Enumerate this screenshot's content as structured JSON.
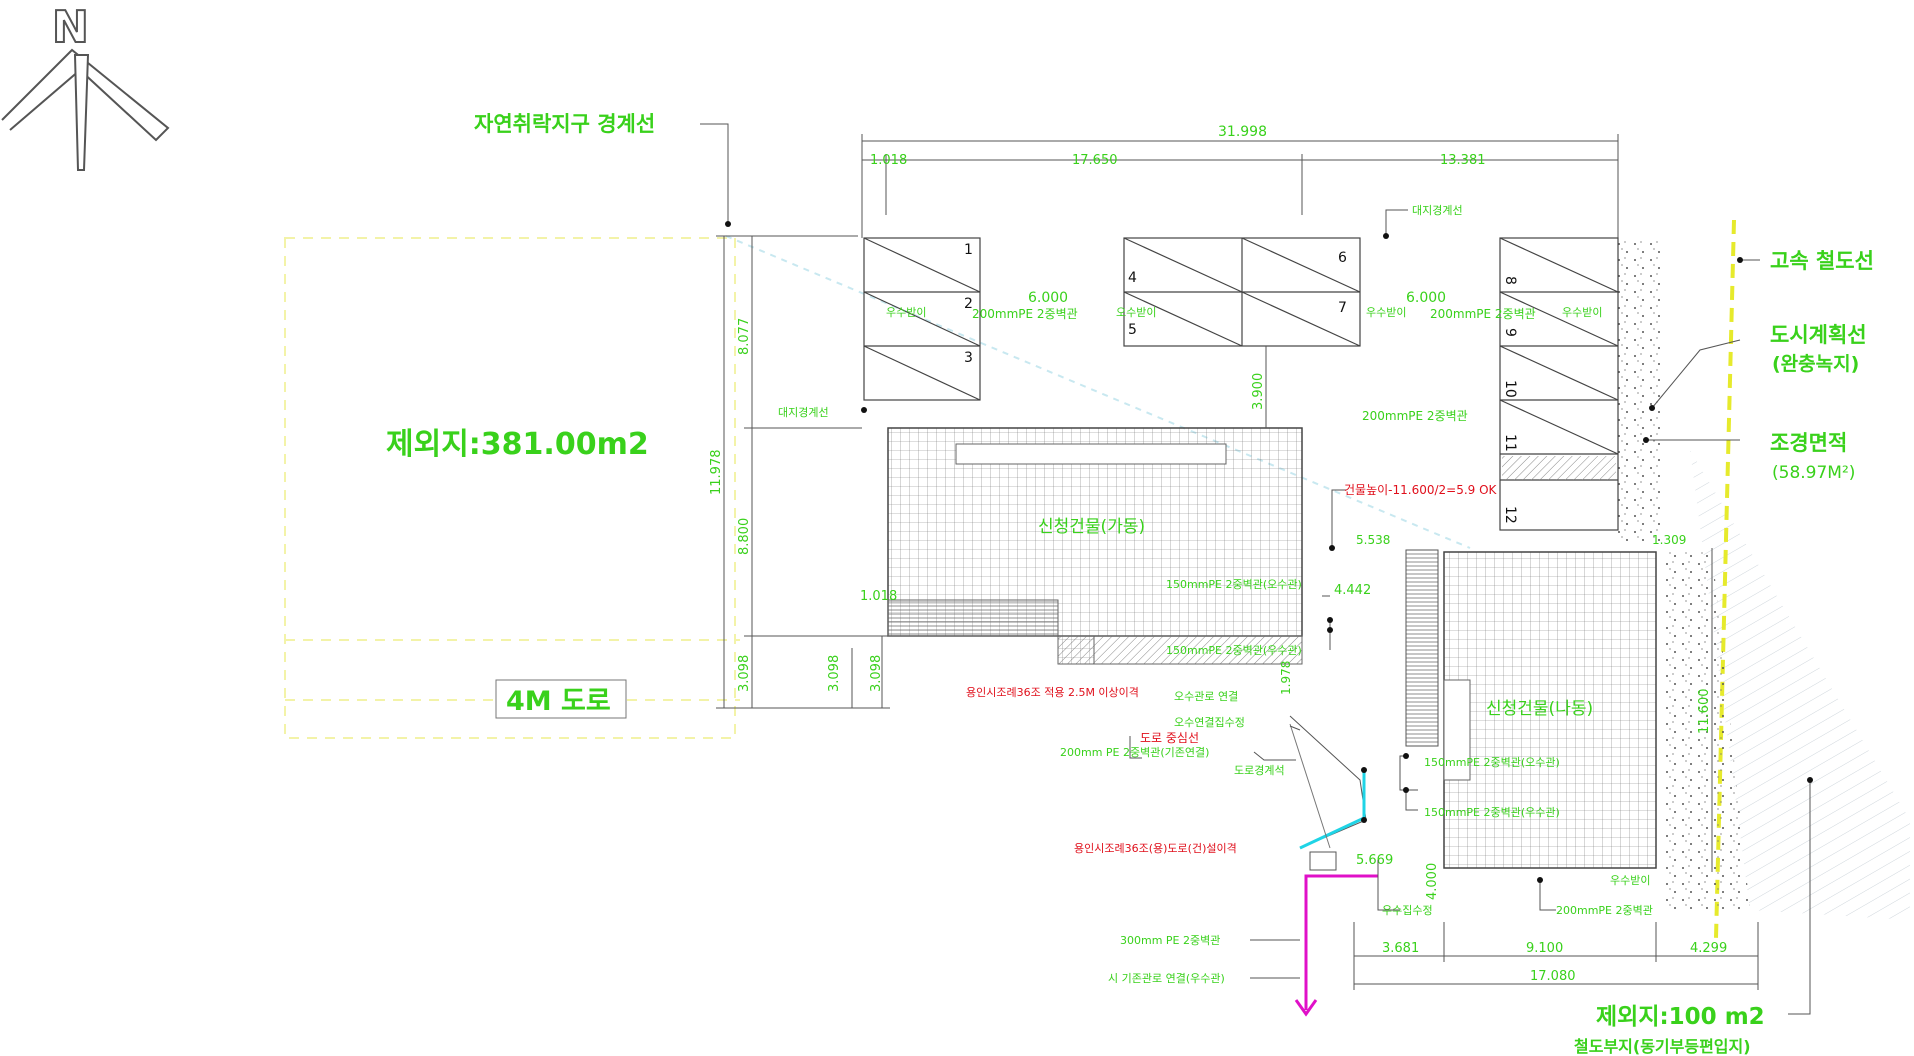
{
  "colors": {
    "line": "#4a4a4a",
    "green": "#39d11b",
    "red": "#e0101c",
    "magenta": "#e010c8",
    "cyan": "#1fd4e6",
    "yellow": "#e6ea2c",
    "black": "#000000"
  },
  "north": {
    "label": "N"
  },
  "labels": {
    "nature_boundary": "자연취락지구 경계선",
    "exclude_left": "제외지:381.00m2",
    "road_4m": "4M 도로",
    "high_speed_rail": "고속 철도선",
    "city_plan_line_1": "도시계획선",
    "city_plan_line_2": "(완충녹지)",
    "landscape_1": "조경면적",
    "landscape_2": "(58.97M²)",
    "exclude_right": "제외지:100 m2",
    "rail_site": "철도부지(동기부등편입지)",
    "building_ga": "신청건물(가동)",
    "building_na": "신청건물(나동)",
    "adjacent_boundary": "대지경계선",
    "adjacent_boundary_2": "대지경계선",
    "building_height": "건물높이-11.600/2=5.9 OK",
    "pipe_1": "200mmPE 2중벽관",
    "pipe_2": "200mmPE 2중벽관",
    "pipe_3": "200mmPE 2중벽관",
    "pipe_4": "150mmPE 2중벽관(오수관)",
    "pipe_5": "150mmPE 2중벽관(우수관)",
    "pipe_6": "150mmPE 2중벽관(오수관)",
    "pipe_7": "150mmPE 2중벽관(우수관)",
    "pipe_8": "200mm PE 2중벽관(기존연결)",
    "pipe_9": "200mmPE 2중벽관",
    "pipe_10": "300mm PE 2중벽관",
    "pipe_11": "시 기존관로 연결(우수관)",
    "drain_a": "우수받이",
    "drain_b": "오수받이",
    "drain_c": "우수받이",
    "drain_d": "우수받이",
    "drain_e": "우수받이",
    "manhole_1": "오수관로 연결",
    "manhole_2": "오수연결집수정",
    "road_center": "도로 중심선",
    "sidewalk": "도로경계석",
    "collector": "우수집수정",
    "red_note_1": "용인시조례36조 적용 2.5M 이상이격",
    "red_note_2": "용인시조례36조(용)도로(건)설이격"
  },
  "dimensions": {
    "total_width": "31.998",
    "d_1018": "1.018",
    "d_17650": "17.650",
    "d_13381": "13.381",
    "d_8077": "8.077",
    "d_8800": "8.800",
    "d_11978": "11.978",
    "d_3098a": "3.098",
    "d_3098b": "3.098",
    "d_3098c": "3.098",
    "d_3900": "3.900",
    "d_6000a": "6.000",
    "d_6000b": "6.000",
    "d_1018b": "1.018",
    "d_5538": "5.538",
    "d_4442": "4.442",
    "d_1309": "1.309",
    "d_11600": "11.600",
    "d_5669": "5.669",
    "d_3681": "3.681",
    "d_9100": "9.100",
    "d_4299": "4.299",
    "d_17080": "17.080",
    "d_4000": "4.000",
    "d_1978": "1.978"
  },
  "parking": [
    "1",
    "2",
    "3",
    "4",
    "5",
    "6",
    "7",
    "8",
    "9",
    "10",
    "11",
    "12"
  ]
}
